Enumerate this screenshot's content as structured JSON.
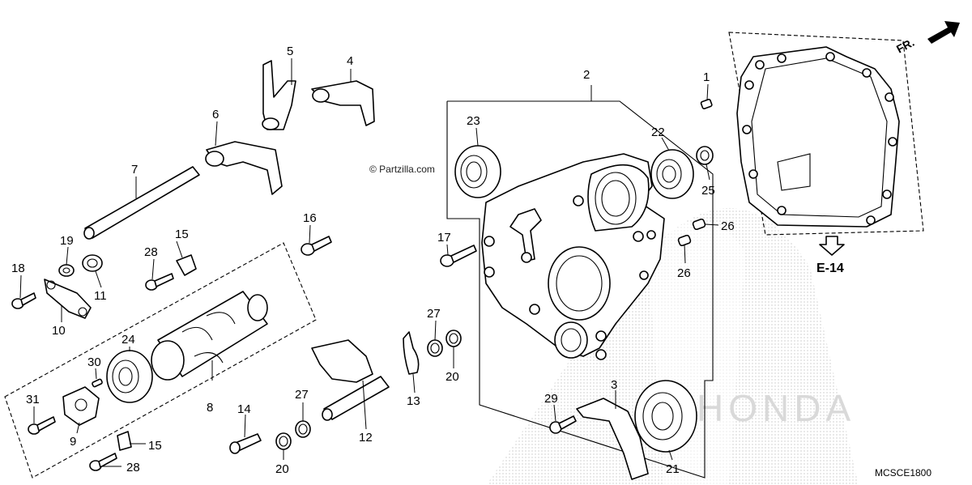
{
  "copyright": "© Partzilla.com",
  "diagram_code": "MCSCE1800",
  "direction_label": "FR.",
  "reference_label": "E-14",
  "watermark_text": "HONDA",
  "callouts": [
    "1",
    "2",
    "3",
    "4",
    "5",
    "6",
    "7",
    "8",
    "9",
    "10",
    "11",
    "12",
    "13",
    "14",
    "15",
    "15",
    "16",
    "17",
    "18",
    "19",
    "20",
    "20",
    "21",
    "22",
    "23",
    "24",
    "25",
    "26",
    "26",
    "27",
    "27",
    "28",
    "28",
    "29",
    "30",
    "31"
  ]
}
